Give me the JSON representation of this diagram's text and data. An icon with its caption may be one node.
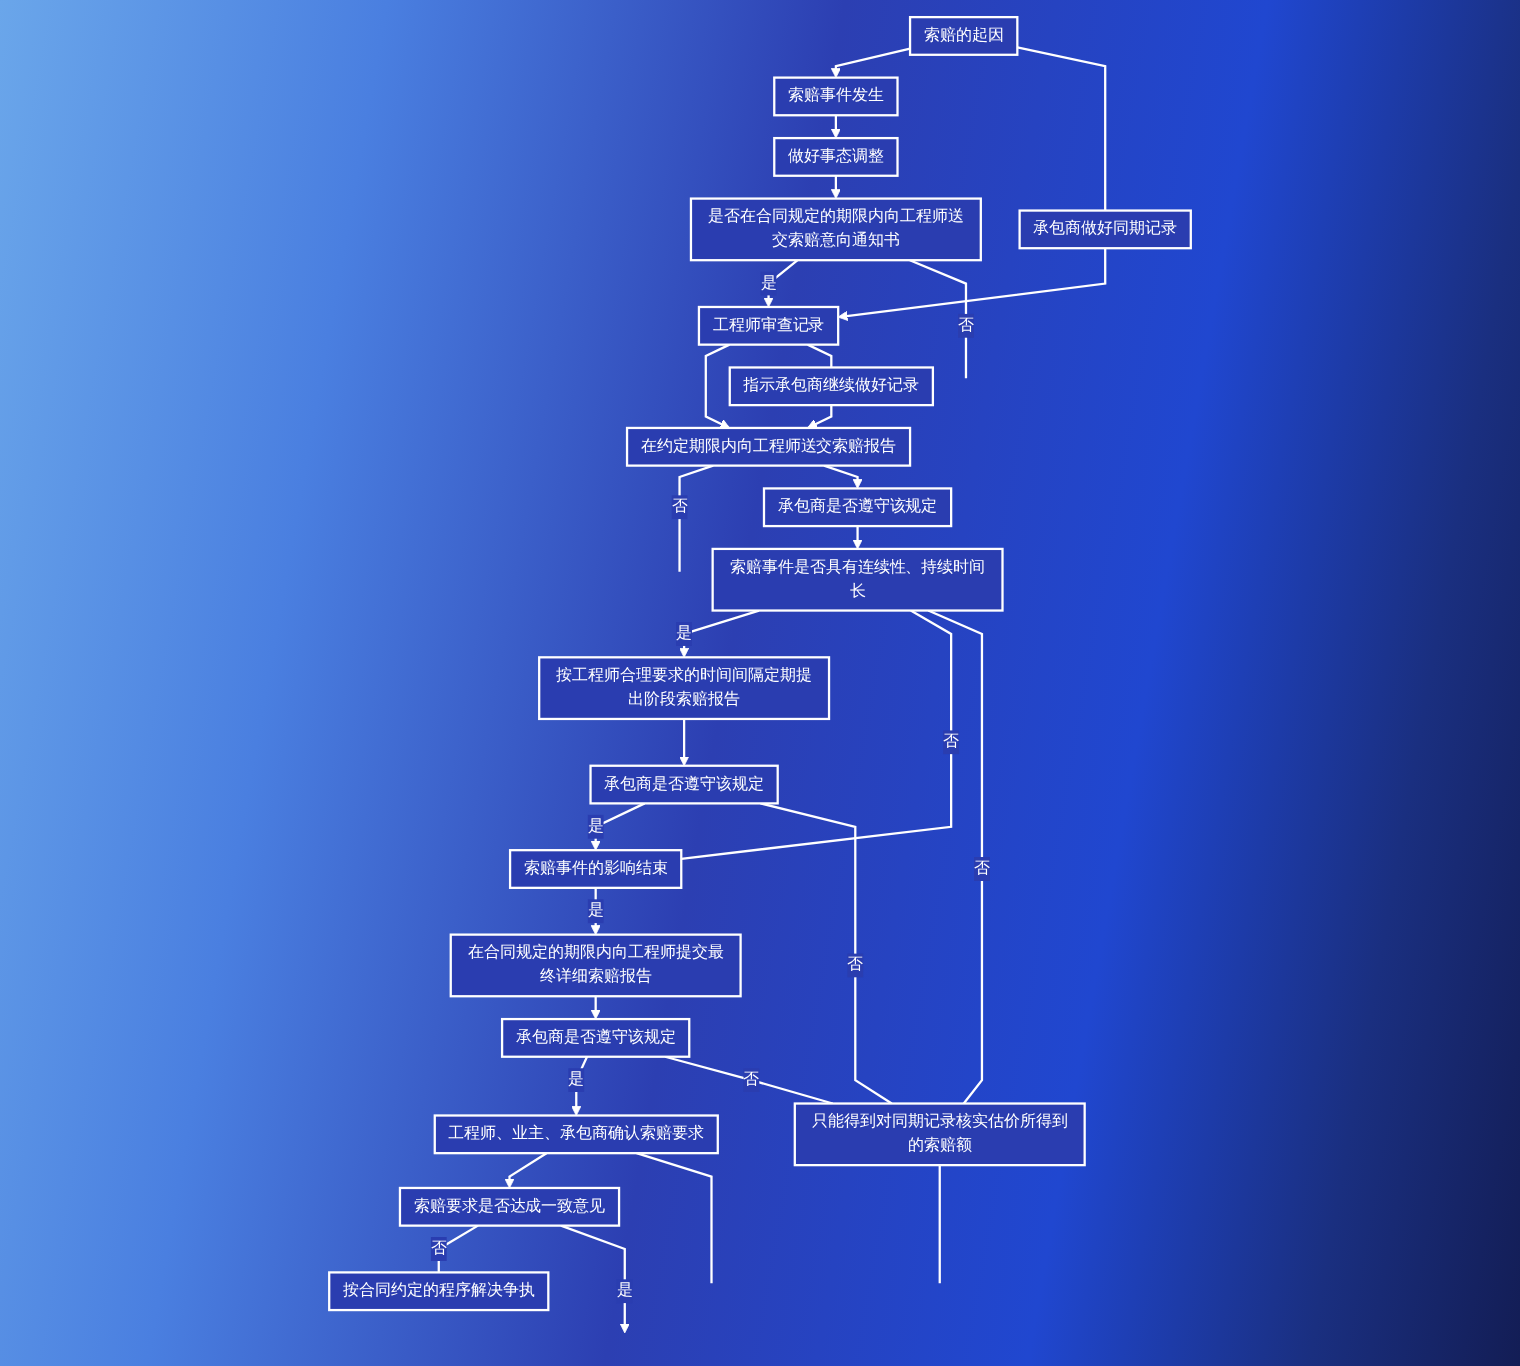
{
  "diagram": {
    "nodes": [
      {
        "text": [
          "索赔的起因"
        ]
      },
      {
        "text": [
          "索赔事件发生"
        ]
      },
      {
        "text": [
          "做好事态调整"
        ]
      },
      {
        "text": [
          "是否在合同规定的期限内向工程师送交索赔意向通知书"
        ]
      },
      {
        "text": [
          "承包商做好同期记录"
        ]
      },
      {
        "text": [
          "工程师审查记录"
        ]
      },
      {
        "text": [
          "在约定期限内向工程师送交索赔报告"
        ]
      },
      {
        "text": [
          "指示承包商继续做好记录"
        ]
      },
      {
        "text": [
          "承包商是否遵守该规定"
        ]
      },
      {
        "text": [
          "索赔事件是否具有连续性、持续时间长"
        ]
      },
      {
        "text": [
          "按工程师合理要求的时间间隔定期提出阶段索赔报告"
        ]
      },
      {
        "text": [
          "承包商是否遵守该规定"
        ]
      },
      {
        "text": [
          "索赔事件的影响结束"
        ]
      },
      {
        "text": [
          "在合同规定的期限内向工程师提交最终详细索赔报告"
        ]
      },
      {
        "text": [
          "承包商是否遵守该规定"
        ]
      },
      {
        "text": [
          "只能得到对同期记录核实估价所得到的索赔额"
        ]
      },
      {
        "text": [
          "工程师、业主、承包商确认索赔要求"
        ]
      },
      {
        "text": [
          "索赔要求是否达成一致意见"
        ]
      },
      {
        "text": [
          "按合同约定的程序解决争执"
        ]
      }
    ],
    "edges": [
      {
        "from": 0,
        "to": 1,
        "arrow": "to"
      },
      {
        "from": 1,
        "to": 2,
        "arrow": "to"
      },
      {
        "from": 2,
        "to": 3,
        "arrow": "to"
      },
      {
        "from": 3,
        "to": 5,
        "arrow": "to",
        "label": "是"
      },
      {
        "from": 3,
        "to": null,
        "arrow": "none",
        "label": "否"
      },
      {
        "from": 0,
        "to": 4,
        "arrow": "none"
      },
      {
        "from": 4,
        "to": 5,
        "arrow": "to"
      },
      {
        "from": 5,
        "to": 6,
        "arrow": "to"
      },
      {
        "from": 5,
        "to": 7,
        "arrow": "none"
      },
      {
        "from": 7,
        "to": 6,
        "arrow": "to"
      },
      {
        "from": 6,
        "to": null,
        "arrow": "none",
        "label": "否"
      },
      {
        "from": 6,
        "to": 8,
        "arrow": "to"
      },
      {
        "from": 8,
        "to": 9,
        "arrow": "to"
      },
      {
        "from": 9,
        "to": 10,
        "arrow": "to",
        "label": "是"
      },
      {
        "from": 9,
        "to": 12,
        "arrow": "none",
        "label": "否"
      },
      {
        "from": 9,
        "to": 15,
        "arrow": "none",
        "label": "否"
      },
      {
        "from": 10,
        "to": 11,
        "arrow": "to"
      },
      {
        "from": 11,
        "to": 12,
        "arrow": "to",
        "label": "是"
      },
      {
        "from": 11,
        "to": 15,
        "arrow": "none",
        "label": "否"
      },
      {
        "from": 12,
        "to": 13,
        "arrow": "to",
        "label": "是"
      },
      {
        "from": 13,
        "to": 14,
        "arrow": "to"
      },
      {
        "from": 14,
        "to": 16,
        "arrow": "to",
        "label": "是"
      },
      {
        "from": 14,
        "to": 15,
        "arrow": "none",
        "label": "否"
      },
      {
        "from": 15,
        "to": null,
        "arrow": "none"
      },
      {
        "from": 16,
        "to": 17,
        "arrow": "to"
      },
      {
        "from": 16,
        "to": null,
        "arrow": "none"
      },
      {
        "from": 17,
        "to": 18,
        "arrow": "none",
        "label": "否"
      },
      {
        "from": 17,
        "to": null,
        "arrow": "to",
        "label": "是"
      }
    ]
  }
}
